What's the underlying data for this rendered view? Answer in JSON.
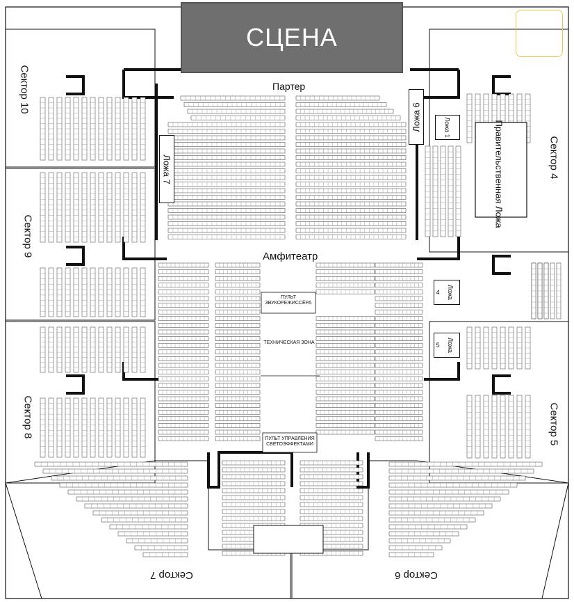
{
  "stage_label": "СЦЕНА",
  "parter_label": "Партер",
  "amphitheater_label": "Амфитеатр",
  "sound_desk_label": "ПУЛЬТ ЗВУКОРЕЖИССЁРА",
  "tech_zone_label": "ТЕХНИЧЕСКАЯ ЗОНА",
  "light_desk_label": "ПУЛЬТ УПРАВЛЕНИЯ СВЕТОЭФФЕКТАМИ",
  "sectors": {
    "s10": "Сектор 10",
    "s9": "Сектор 9",
    "s8": "Сектор 8",
    "s7": "Сектор 7",
    "s6": "Сектор 6",
    "s5": "Сектор 5",
    "s4": "Сектор 4"
  },
  "loges": {
    "l7": "Ложа 7",
    "l6": "Ложа 6",
    "l1": "Ложа 1",
    "l1_num": "1",
    "l4": "Ложа",
    "l4_num": "4",
    "l5": "Ложа",
    "l5_num": "5",
    "gov": "Правительственная Ложа"
  },
  "colors": {
    "stage_fill": "#6f6f6f",
    "wall": "#111111",
    "seat_stroke": "#333333",
    "highlight": "#f0c64a"
  }
}
